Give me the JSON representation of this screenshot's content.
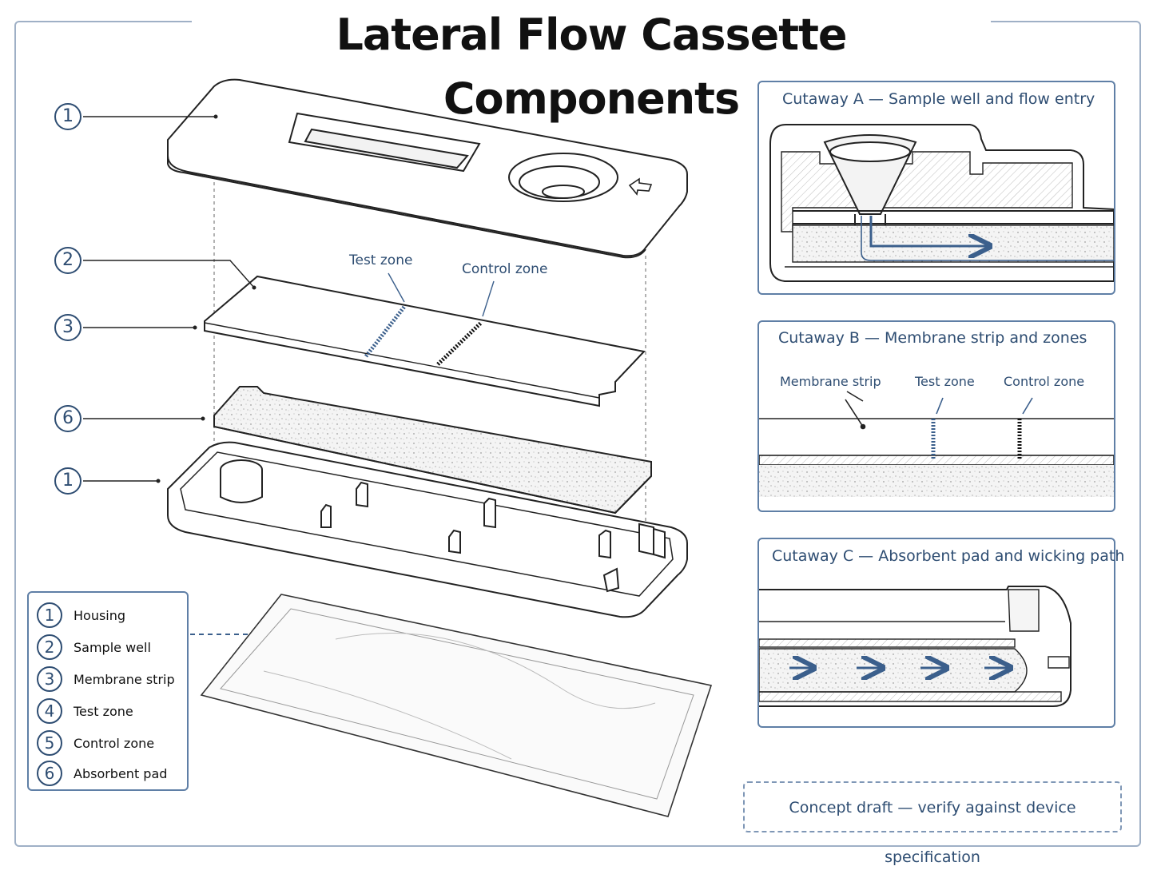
{
  "title": "Lateral Flow Cassette Components",
  "callouts": {
    "top_housing": "1",
    "sample_well": "2",
    "membrane_strip": "3",
    "absorbent_pad": "6",
    "bottom_housing": "1"
  },
  "zone_labels": {
    "test_zone": "Test zone",
    "control_zone": "Control zone"
  },
  "cutaways": [
    {
      "title": "Cutaway A — Sample well and flow entry"
    },
    {
      "title": "Cutaway B — Membrane strip and zones",
      "labels": {
        "membrane_strip": "Membrane strip",
        "test_zone": "Test zone",
        "control_zone": "Control zone"
      }
    },
    {
      "title": "Cutaway C — Absorbent pad and wicking path"
    }
  ],
  "legend": [
    {
      "number": "1",
      "label": "Housing"
    },
    {
      "number": "2",
      "label": "Sample well"
    },
    {
      "number": "3",
      "label": "Membrane strip"
    },
    {
      "number": "4",
      "label": "Test zone"
    },
    {
      "number": "5",
      "label": "Control zone"
    },
    {
      "number": "6",
      "label": "Absorbent pad"
    }
  ],
  "note": "Concept draft — verify against device specification",
  "colors": {
    "accent": "#2e4d72",
    "border": "#5f7fa6",
    "flow_arrow": "#3b5f8c"
  }
}
